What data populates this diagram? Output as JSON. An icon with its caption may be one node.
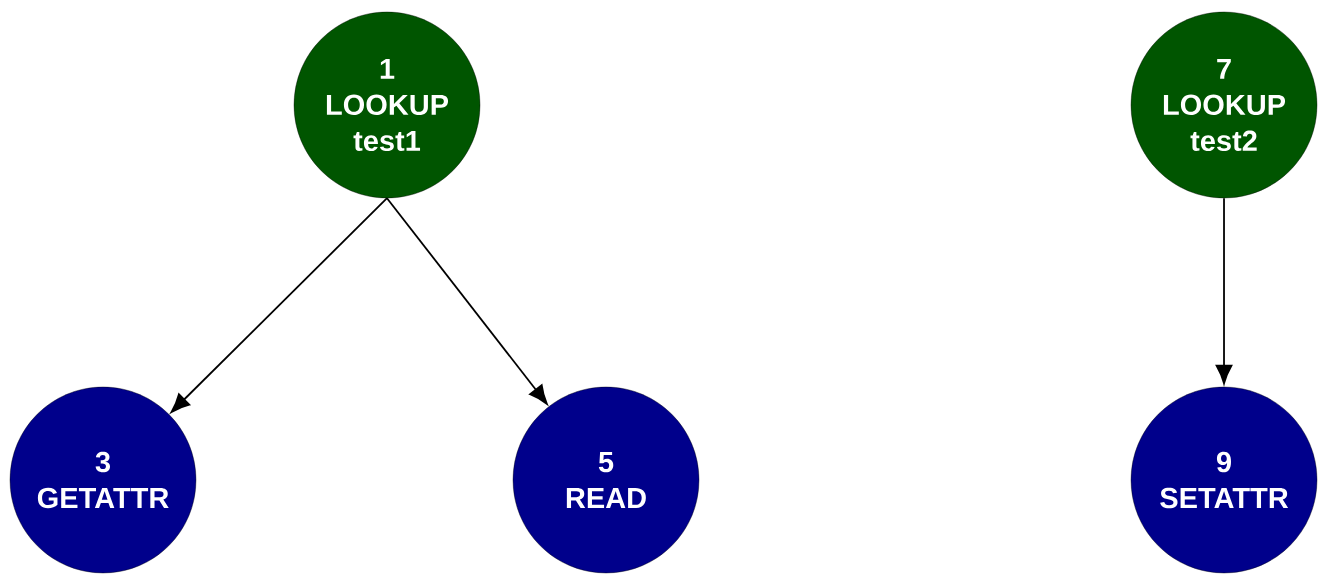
{
  "diagram": {
    "nodes": [
      {
        "text": [
          "1",
          "LOOKUP",
          "test1"
        ]
      },
      {
        "text": [
          "3",
          "GETATTR"
        ]
      },
      {
        "text": [
          "5",
          "READ"
        ]
      },
      {
        "text": [
          "7",
          "LOOKUP",
          "test2"
        ]
      },
      {
        "text": [
          "9",
          "SETATTR"
        ]
      }
    ],
    "edges": [
      {
        "from": 0,
        "to": 1,
        "arrow": "to"
      },
      {
        "from": 0,
        "to": 2,
        "arrow": "to"
      },
      {
        "from": 3,
        "to": 4,
        "arrow": "to"
      }
    ]
  }
}
